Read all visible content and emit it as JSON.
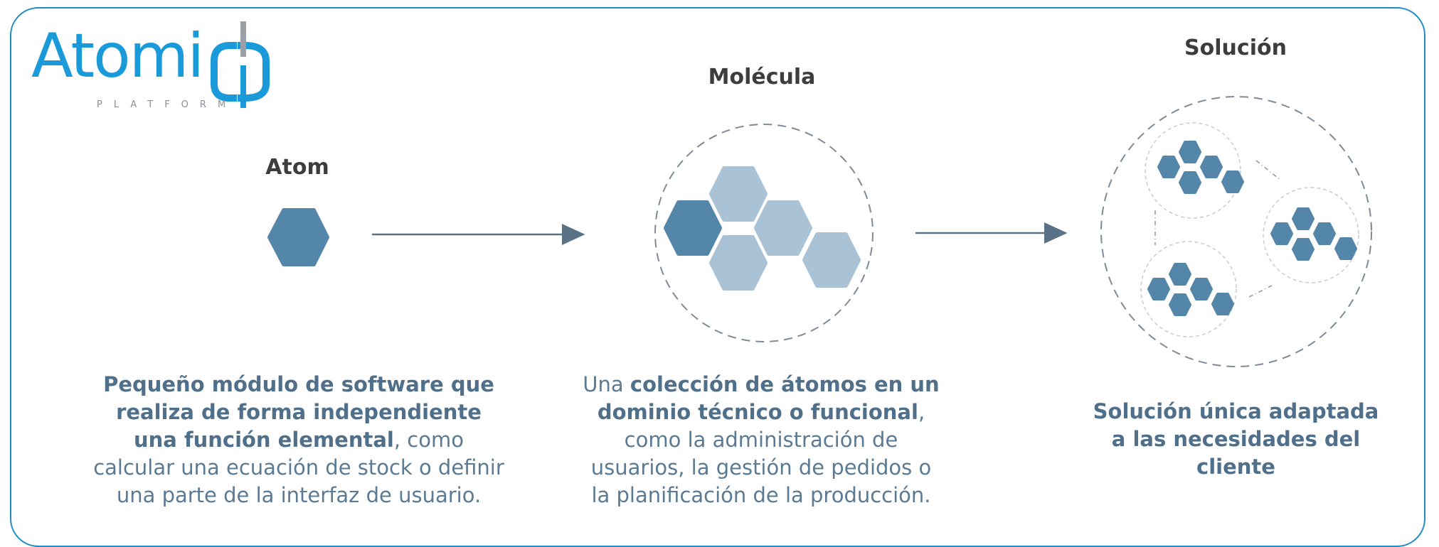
{
  "logo": {
    "text": "Atomi",
    "subtext": "PLATFORM"
  },
  "stages": [
    {
      "title": "Atom"
    },
    {
      "title": "Molécula"
    },
    {
      "title": "Solución"
    }
  ],
  "descriptions": {
    "atom": {
      "bold": "Pequeño módulo de software que realiza de forma independiente una función elemental",
      "rest": ", como calcular una ecuación de stock o definir una parte de la interfaz de usuario."
    },
    "molecule": {
      "pre": "Una ",
      "bold": "colección de átomos en un dominio técnico o funcional",
      "rest": ", como la administración de usuarios, la gestión de pedidos o la planificación de la producción."
    },
    "solution": {
      "bold": "Solución única adaptada a las necesidades del cliente"
    }
  },
  "colors": {
    "frame": "#1e8ec5",
    "logo": "#1b9ad9",
    "hex_dark": "#5486aa",
    "hex_light": "#a9c2d6",
    "arrow": "#5a7286",
    "dashed": "#7f8a96"
  }
}
